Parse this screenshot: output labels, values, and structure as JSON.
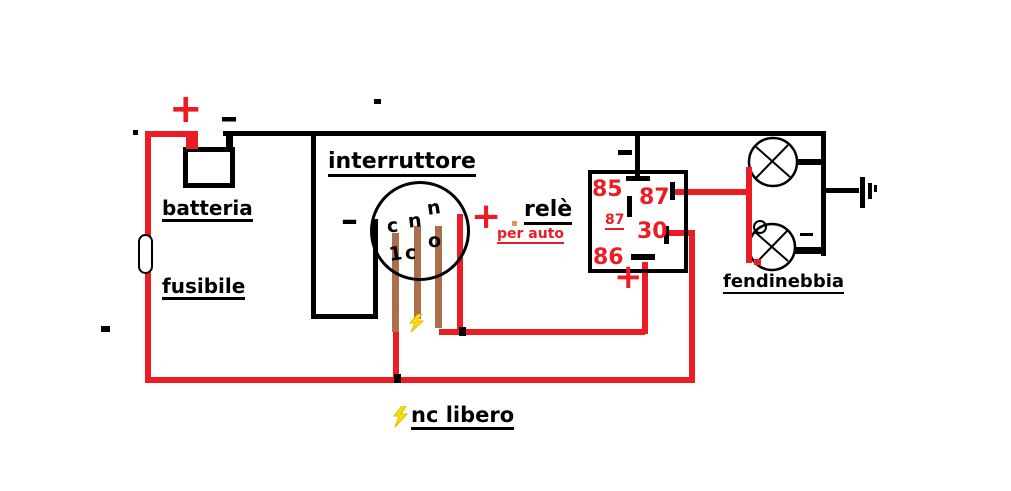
{
  "colors": {
    "red": "#ed1c24",
    "black": "#000000",
    "brown": "#ab6f4b",
    "yellow": "#f5e400"
  },
  "battery": {
    "plus": "+",
    "minus": "–",
    "label": "batteria"
  },
  "fuse": {
    "label": "fusibile"
  },
  "switch": {
    "label": "interruttore",
    "minus": "–",
    "plus": "+",
    "terminals": [
      "c",
      "n",
      "n",
      "o",
      "1",
      "c"
    ]
  },
  "relay": {
    "label": "relè",
    "sublabel": "per auto",
    "pin_85": "85",
    "pin_87": "87",
    "pin_87a": "87",
    "pin_30": "30",
    "pin_86": "86",
    "plus": "+"
  },
  "lamps": {
    "label": "fendinebbia"
  },
  "note": {
    "label": "nc libero"
  }
}
